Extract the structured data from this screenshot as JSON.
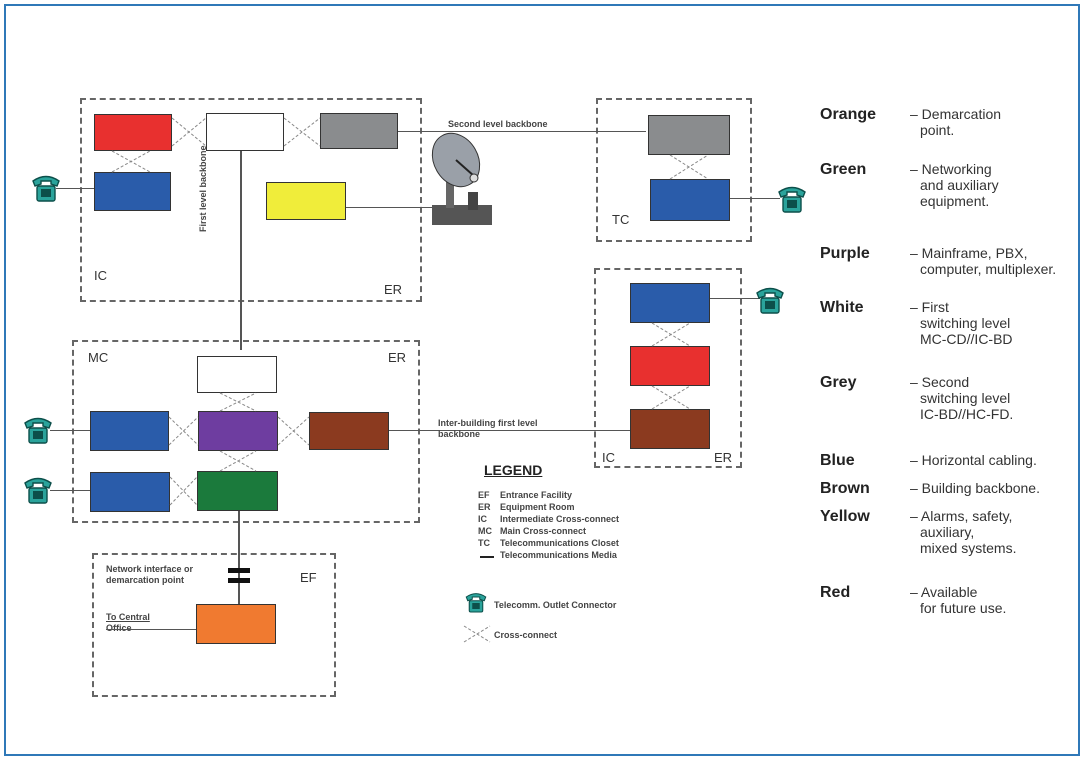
{
  "colors": {
    "red": "#e8302f",
    "blue": "#2a5caa",
    "white": "#ffffff",
    "grey": "#8a8c8e",
    "yellow": "#f0ed3a",
    "purple": "#6e3da0",
    "brown": "#8b3a1f",
    "green": "#1b7a3c",
    "orange": "#f07a30",
    "phone": "#2aa39b",
    "frame": "#2f78b8"
  },
  "zones": {
    "ic_top": {
      "left_label": "IC",
      "right_label": "ER"
    },
    "tc": {
      "label": "TC"
    },
    "mc": {
      "left_label": "MC",
      "right_label": "ER"
    },
    "ic_right": {
      "left_label": "IC",
      "right_label": "ER"
    },
    "ef": {
      "label": "EF",
      "network_line1": "Network interface or",
      "network_line2": "demarcation point",
      "office_line1": "To Central",
      "office_line2": "Office"
    }
  },
  "links": {
    "second_level": "Second level backbone",
    "first_level": "First level backbone",
    "inter_line1": "Inter-building first level",
    "inter_line2": "backbone"
  },
  "legend": {
    "title": "LEGEND",
    "entries": [
      {
        "abbr": "EF",
        "text": "Entrance Facility"
      },
      {
        "abbr": "ER",
        "text": "Equipment Room"
      },
      {
        "abbr": "IC",
        "text": "Intermediate Cross-connect"
      },
      {
        "abbr": "MC",
        "text": "Main Cross-connect"
      },
      {
        "abbr": "TC",
        "text": "Telecommunications Closet"
      },
      {
        "abbr": "",
        "text": "Telecommunications Media"
      }
    ],
    "outlet": "Telecomm. Outlet Connector",
    "crossconnect": "Cross-connect"
  },
  "color_key": [
    {
      "name": "Orange",
      "desc": [
        "– Demarcation",
        "point."
      ]
    },
    {
      "name": "Green",
      "desc": [
        "– Networking",
        "and auxiliary",
        "equipment."
      ]
    },
    {
      "name": "Purple",
      "desc": [
        "– Mainframe, PBX,",
        "computer, multiplexer."
      ]
    },
    {
      "name": "White",
      "desc": [
        "– First",
        "switching level",
        "MC-CD//IC-BD"
      ]
    },
    {
      "name": "Grey",
      "desc": [
        "– Second",
        "switching level",
        "IC-BD//HC-FD."
      ]
    },
    {
      "name": "Blue",
      "desc": [
        "– Horizontal cabling."
      ]
    },
    {
      "name": "Brown",
      "desc": [
        "– Building backbone."
      ]
    },
    {
      "name": "Yellow",
      "desc": [
        "– Alarms, safety,",
        "auxiliary,",
        "mixed systems."
      ]
    },
    {
      "name": "Red",
      "desc": [
        "– Available",
        "for future use."
      ]
    }
  ]
}
